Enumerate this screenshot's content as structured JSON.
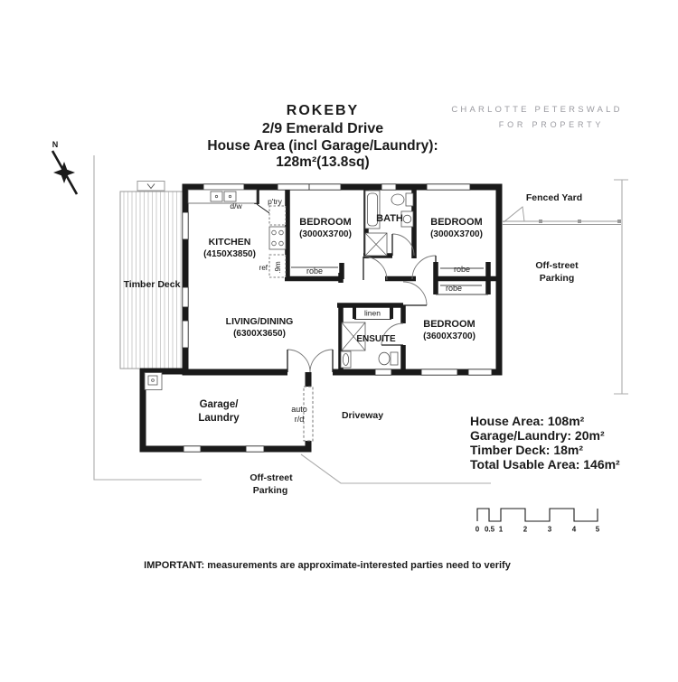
{
  "header": {
    "title": "ROKEBY",
    "address": "2/9 Emerald Drive",
    "area_label": "House Area (incl Garage/Laundry):",
    "area_value": "128m²(13.8sq)"
  },
  "brand": {
    "line1": "CHARLOTTE PETERSWALD",
    "line2": "FOR PROPERTY",
    "color": "#9b9ba1"
  },
  "compass": {
    "north_label": "N"
  },
  "rooms": {
    "kitchen_name": "KITCHEN",
    "kitchen_dims": "(4150X3850)",
    "bedroom_name": "BEDROOM",
    "bedroom_small_dims": "(3000X3700)",
    "bedroom_large_dims": "(3600X3700)",
    "bath_name": "BATH",
    "living_name": "LIVING/DINING",
    "living_dims": "(6300X3650)",
    "ensuite_name": "ENSUITE",
    "garage_line1": "Garage/",
    "garage_line2": "Laundry"
  },
  "fixtures": {
    "robe": "robe",
    "linen": "linen",
    "dishwasher": "d/w",
    "pantry": "p'try",
    "fridge": "ref",
    "fridge_dim": ".9m",
    "auto_door_line1": "auto",
    "auto_door_line2": "r/d"
  },
  "outdoor": {
    "timber_deck": "Timber Deck",
    "fenced_yard": "Fenced Yard",
    "offstreet_line1": "Off-street",
    "offstreet_line2": "Parking",
    "driveway": "Driveway"
  },
  "summary": {
    "house_area": "House Area: 108m²",
    "garage_laundry": "Garage/Laundry: 20m²",
    "timber_deck": "Timber Deck: 18m²",
    "total_usable": "Total Usable Area: 146m²"
  },
  "scale_bar": {
    "ticks": [
      "0",
      "0.5",
      "1",
      "2",
      "3",
      "4",
      "5"
    ]
  },
  "disclaimer": "IMPORTANT: measurements are approximate-interested parties need to verify",
  "colors": {
    "wall": "#1a1a1a",
    "boundary_line": "#ababab",
    "fence": "#999999"
  }
}
